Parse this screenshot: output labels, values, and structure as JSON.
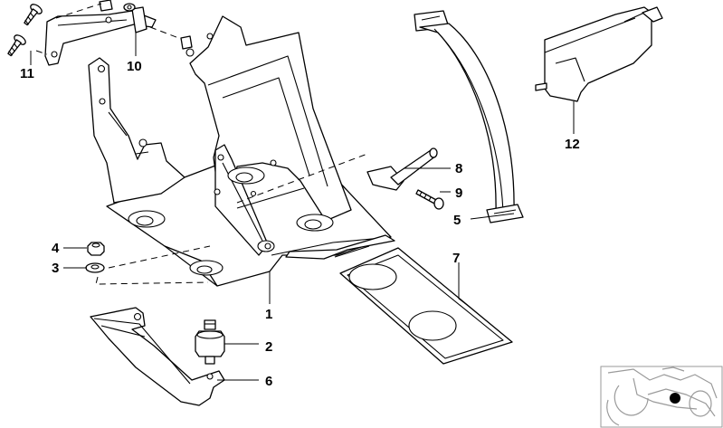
{
  "diagram": {
    "callouts": [
      {
        "id": "1",
        "label": "1"
      },
      {
        "id": "2",
        "label": "2"
      },
      {
        "id": "3",
        "label": "3"
      },
      {
        "id": "4",
        "label": "4"
      },
      {
        "id": "5",
        "label": "5"
      },
      {
        "id": "6",
        "label": "6"
      },
      {
        "id": "7",
        "label": "7"
      },
      {
        "id": "8",
        "label": "8"
      },
      {
        "id": "9",
        "label": "9"
      },
      {
        "id": "10",
        "label": "10"
      },
      {
        "id": "11",
        "label": "11"
      },
      {
        "id": "12",
        "label": "12"
      }
    ],
    "thumbnail": {
      "marker_color": "#000000",
      "line_color": "#9a9a9a"
    }
  }
}
